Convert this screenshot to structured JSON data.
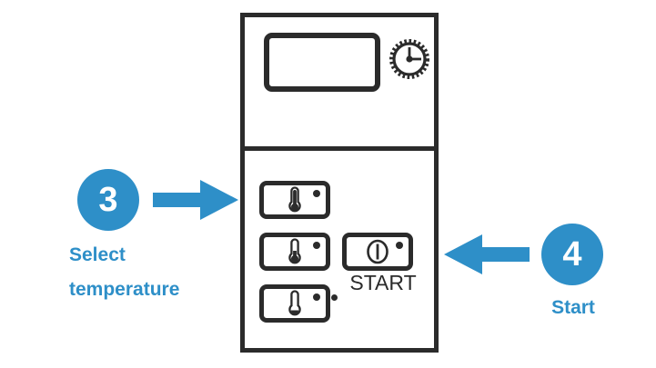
{
  "appliance": {
    "name": "oven-control-panel",
    "display": {
      "label": "display-screen",
      "value": ""
    },
    "clock_icon": "clock-icon",
    "temperature_buttons": [
      {
        "name": "temperature-high",
        "icon": "thermometer-full-icon",
        "fill": "full",
        "indicator": "indicator-dot"
      },
      {
        "name": "temperature-medium",
        "icon": "thermometer-medium-icon",
        "fill": "medium",
        "indicator": "indicator-dot"
      },
      {
        "name": "temperature-low",
        "icon": "thermometer-low-icon",
        "fill": "low",
        "indicator": "indicator-dot"
      }
    ],
    "start_button": {
      "name": "start-button",
      "icon": "power-icon",
      "label": "START",
      "indicator": "indicator-dot"
    }
  },
  "annotations": {
    "accent_color": "#2e8fc8",
    "outline_color": "#2b2b2b",
    "steps": [
      {
        "number": "3",
        "caption_line_1": "Select",
        "caption_line_2": "temperature",
        "arrow": "arrow-right-icon"
      },
      {
        "number": "4",
        "caption_line_1": "Start",
        "caption_line_2": "",
        "arrow": "arrow-left-icon"
      }
    ]
  }
}
